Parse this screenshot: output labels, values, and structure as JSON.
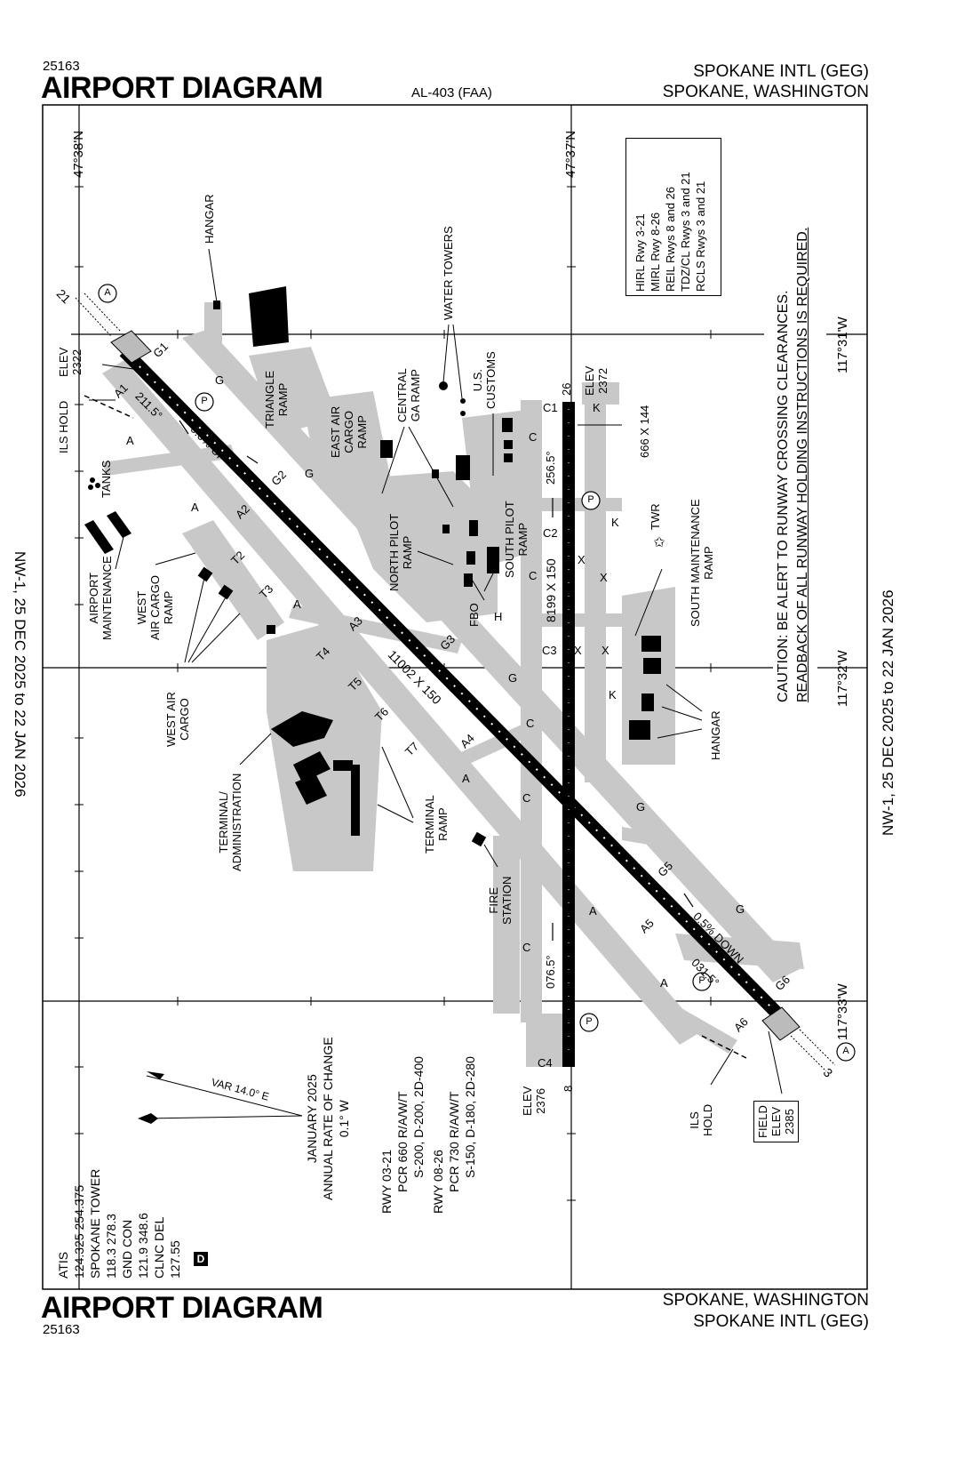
{
  "header": {
    "chart_number_top": "25163",
    "title_top": "AIRPORT DIAGRAM",
    "procedure_id": "AL-403 (FAA)",
    "airport_name_top": "SPOKANE INTL (GEG)",
    "location_top": "SPOKANE, WASHINGTON"
  },
  "footer": {
    "chart_number_bottom": "25163",
    "title_bottom": "AIRPORT DIAGRAM",
    "location_bottom": "SPOKANE, WASHINGTON",
    "airport_name_bottom": "SPOKANE INTL (GEG)"
  },
  "side_notes": {
    "left": "NW-1,  25 DEC 2025  to  22 JAN 2026",
    "right": "NW-1,  25 DEC 2025  to  22 JAN 2026"
  },
  "coordinates": {
    "lat_top_left": "47°38'N",
    "lat_top_right": "47°37'N",
    "lon_1": "117°31'W",
    "lon_2": "117°32'W",
    "lon_3": "117°33'W"
  },
  "lighting_box": {
    "lines": [
      "HIRL Rwy 3-21",
      "MIRL Rwy 8-26",
      "REIL Rwys 8 and 26",
      "TDZ/CL Rwys 3 and 21",
      "RCLS Rwys 3 and 21"
    ]
  },
  "caution": {
    "line1": "CAUTION: BE ALERT TO RUNWAY CROSSING CLEARANCES.",
    "line2": "READBACK OF ALL RUNWAY HOLDING INSTRUCTIONS IS REQUIRED."
  },
  "runways": {
    "rwy_3_21": {
      "dims": "11002 X 150",
      "hdg_21": "211.5°",
      "hdg_03": "031.5°",
      "grade_up": "0.6% UP",
      "grade_down": "0.5% DOWN",
      "end_21": "21",
      "end_3": "3"
    },
    "rwy_8_26": {
      "dims": "8199 X 150",
      "hdg_26": "256.5°",
      "hdg_08": "076.5°",
      "end_26": "26",
      "end_8": "8"
    }
  },
  "elevations": {
    "elev_21_label": "ELEV",
    "elev_21_value": "2322",
    "elev_26_label": "ELEV",
    "elev_26_value": "2372",
    "elev_8_label": "ELEV",
    "elev_8_value": "2376",
    "field_elev_line1": "FIELD",
    "field_elev_line2": "ELEV",
    "field_elev_value": "2385"
  },
  "labels": {
    "hangar_n": "HANGAR",
    "water_towers": "WATER TOWERS",
    "us_customs_1": "U.S.",
    "us_customs_2": "CUSTOMS",
    "central_ga_1": "CENTRAL",
    "central_ga_2": "GA RAMP",
    "triangle_1": "TRIANGLE",
    "triangle_2": "RAMP",
    "east_air_cargo_1": "EAST AIR",
    "east_air_cargo_2": "CARGO",
    "east_air_cargo_3": "RAMP",
    "tanks": "TANKS",
    "ils_hold": "ILS HOLD",
    "ils_hold_2a": "ILS",
    "ils_hold_2b": "HOLD",
    "airport_maint_1": "AIRPORT",
    "airport_maint_2": "MAINTENANCE",
    "west_air_cargo_ramp_1": "WEST",
    "west_air_cargo_ramp_2": "AIR CARGO",
    "west_air_cargo_ramp_3": "RAMP",
    "west_air_cargo_1": "WEST AIR",
    "west_air_cargo_2": "CARGO",
    "north_pilot_1": "NORTH PILOT",
    "north_pilot_2": "RAMP",
    "south_pilot_1": "SOUTH PILOT",
    "south_pilot_2": "RAMP",
    "fbo": "FBO",
    "heli": "H",
    "twr": "TWR",
    "south_maint_1": "SOUTH MAINTENANCE",
    "south_maint_2": "RAMP",
    "hangar_s": "HANGAR",
    "terminal_admin_1": "TERMINAL/",
    "terminal_admin_2": "ADMINISTRATION",
    "terminal_ramp_1": "TERMINAL",
    "terminal_ramp_2": "RAMP",
    "fire_station_1": "FIRE",
    "fire_station_2": "STATION",
    "pad_666": "666 X 144"
  },
  "taxiways": {
    "A": "A",
    "A1": "A1",
    "A2": "A2",
    "A3": "A3",
    "A4": "A4",
    "A5": "A5",
    "A6": "A6",
    "G": "G",
    "G1": "G1",
    "G2": "G2",
    "G3": "G3",
    "G5": "G5",
    "G6": "G6",
    "C": "C",
    "C1": "C1",
    "C2": "C2",
    "C3": "C3",
    "C4": "C4",
    "K": "K",
    "X": "X",
    "T2": "T2",
    "T3": "T3",
    "T4": "T4",
    "T5": "T5",
    "T6": "T6",
    "T7": "T7"
  },
  "symbols": {
    "rwy_light_a": "A",
    "parking_p": "P",
    "d_box": "D"
  },
  "magnetic": {
    "var": "VAR 14.0° E",
    "date": "JANUARY 2025",
    "rate_1": "ANNUAL RATE OF CHANGE",
    "rate_2": "0.1° W"
  },
  "pcr": {
    "rwy_03_21": "RWY 03-21",
    "pcr_03_21_a": "PCR 660 R/A/W/T",
    "pcr_03_21_b": "S-200, D-200, 2D-400",
    "rwy_08_26": "RWY 08-26",
    "pcr_08_26_a": "PCR 730 R/A/W/T",
    "pcr_08_26_b": "S-150, D-180, 2D-280"
  },
  "frequencies": {
    "atis_label": "ATIS",
    "atis": "124.325  254.375",
    "tower_label": "SPOKANE TOWER",
    "tower": "118.3  278.3",
    "gnd_label": "GND CON",
    "gnd": "121.9  348.6",
    "clnc_label": "CLNC DEL",
    "clnc": "127.55"
  }
}
